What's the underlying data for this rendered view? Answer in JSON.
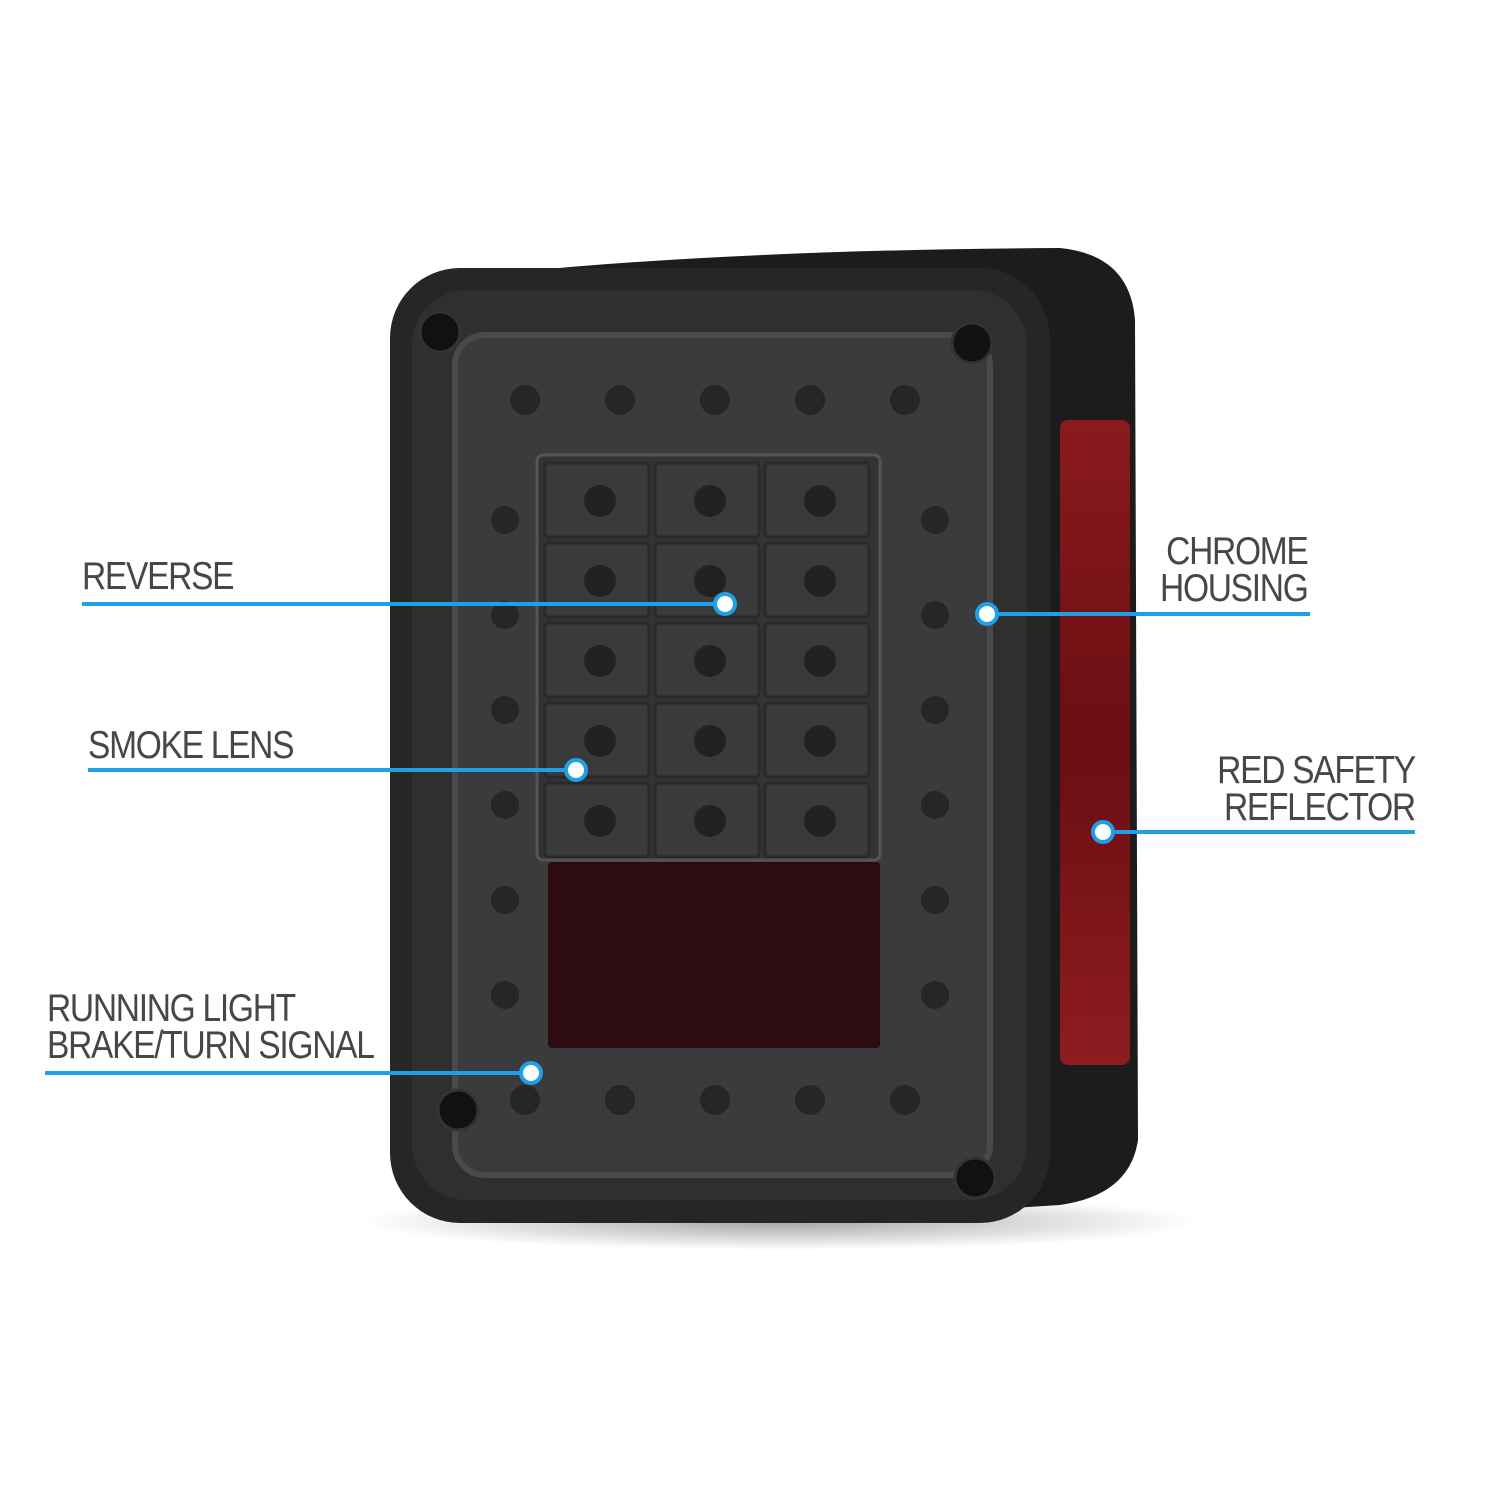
{
  "colors": {
    "callout": "#1e9fe6",
    "text": "#474747",
    "housing": "#262626",
    "lens": "#3b3b3d",
    "reflector": "#7a1216",
    "red_block": "#2c0c10"
  },
  "callouts": {
    "reverse": {
      "lines": [
        "REVERSE"
      ]
    },
    "smoke_lens": {
      "lines": [
        "SMOKE LENS"
      ]
    },
    "running_light": {
      "lines": [
        "RUNNING LIGHT",
        "BRAKE/TURN SIGNAL"
      ]
    },
    "chrome_housing": {
      "lines": [
        "CHROME",
        "HOUSING"
      ]
    },
    "red_reflector": {
      "lines": [
        "RED SAFETY",
        "REFLECTOR"
      ]
    }
  }
}
